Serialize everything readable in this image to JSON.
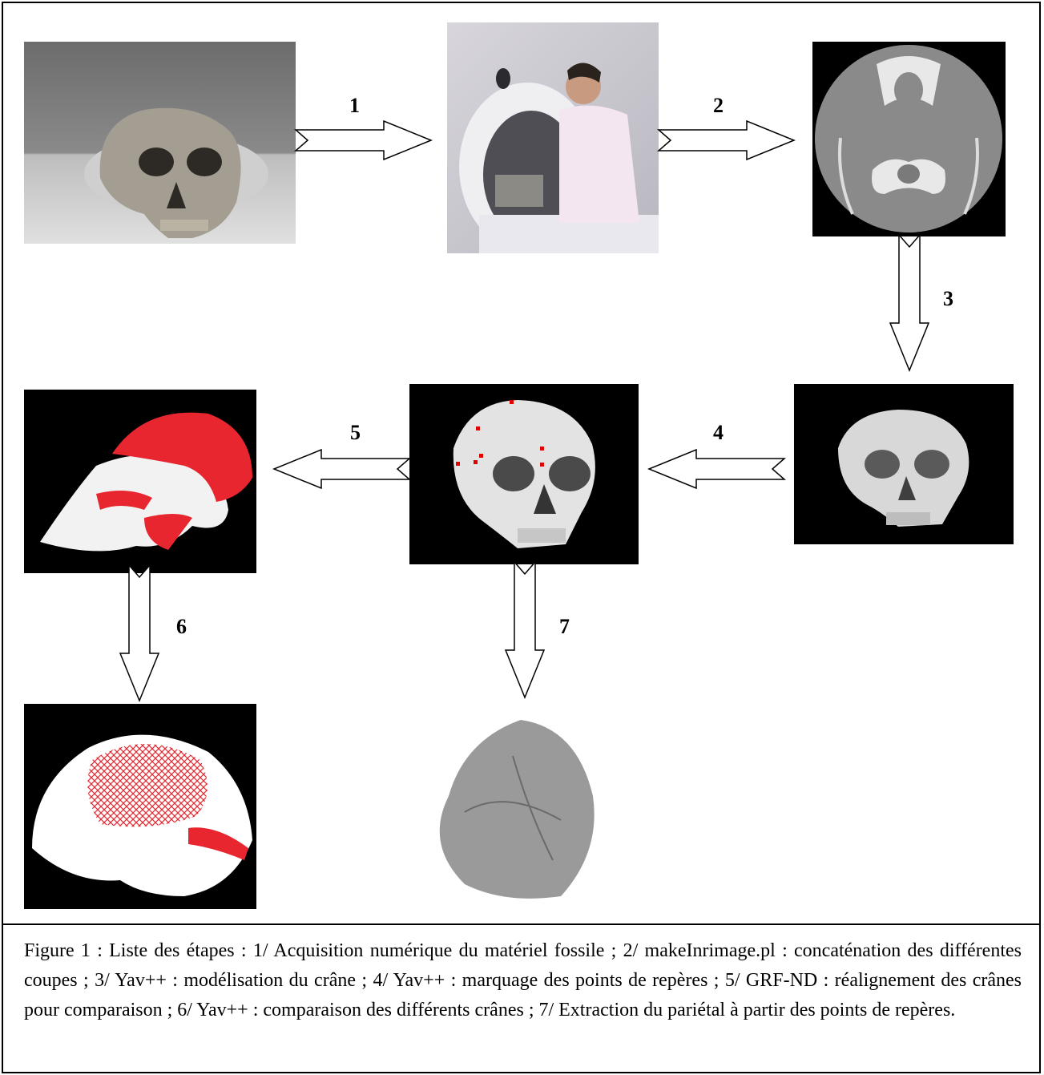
{
  "steps": [
    "1",
    "2",
    "3",
    "4",
    "5",
    "6",
    "7"
  ],
  "caption": "Figure 1 : Liste des étapes : 1/ Acquisition numérique du matériel fossile ; 2/ makeInrimage.pl : concaténation des différentes coupes ; 3/ Yav++ : modélisation du crâne ; 4/ Yav++ : marquage des points de repères ; 5/ GRF-ND : réalignement des crânes pour comparaison ; 6/ Yav++ : comparaison des différents crânes ; 7/ Extraction du pariétal à partir des points de repères.",
  "colors": {
    "landmark": "#e00000",
    "overlay": "#e8262f",
    "black": "#000000"
  }
}
